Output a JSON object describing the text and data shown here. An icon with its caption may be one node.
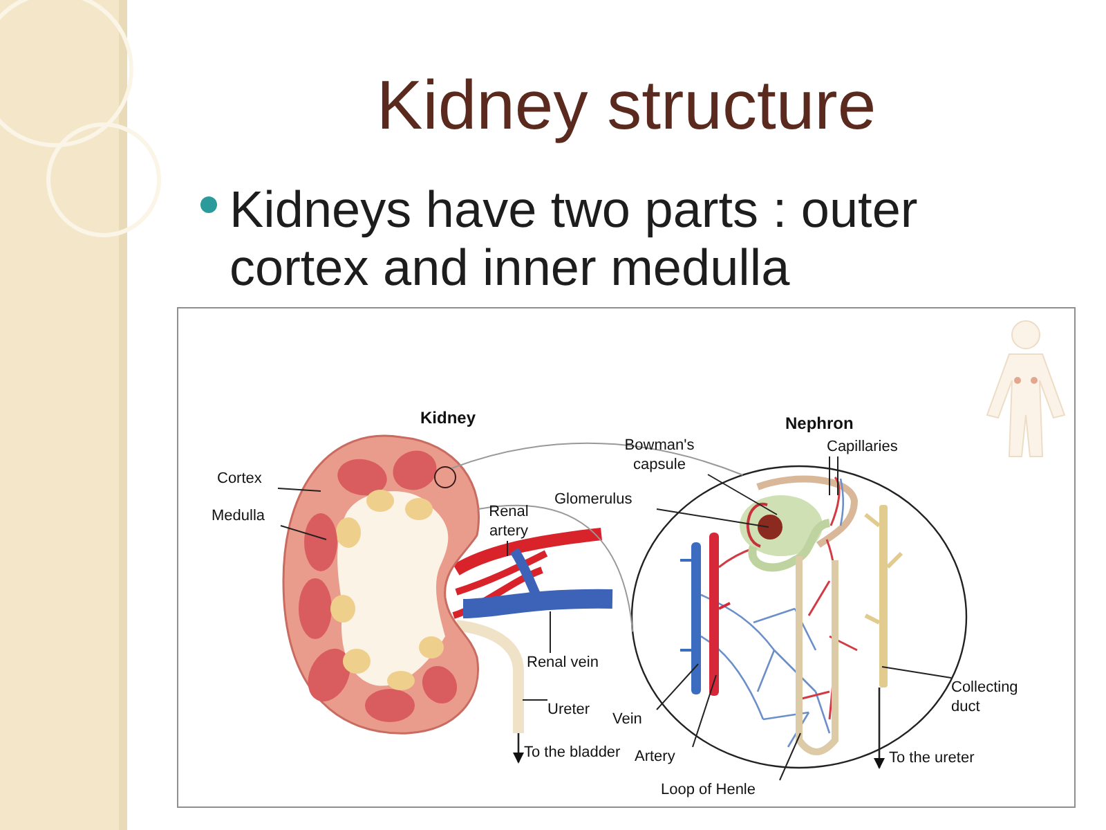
{
  "diagram": {
    "title": "Kidney structure",
    "nodes": [
      {
        "text": [
          "Kidney"
        ]
      },
      {
        "text": [],
        "shape": "circle",
        "in": 0
      },
      {
        "text": [
          "Nephron"
        ]
      },
      {
        "text": [
          "Cortex"
        ]
      },
      {
        "text": [
          "Medulla"
        ]
      },
      {
        "text": [
          "Renal artery"
        ]
      },
      {
        "text": [
          "Renal vein"
        ]
      },
      {
        "text": [
          "Ureter"
        ]
      },
      {
        "text": [
          "Bowman's capsule"
        ]
      },
      {
        "text": [
          "Glomerulus"
        ]
      },
      {
        "text": [
          "Capillaries"
        ]
      },
      {
        "text": [
          "Vein"
        ]
      },
      {
        "text": [
          "Artery"
        ]
      },
      {
        "text": [
          "Loop of Henle"
        ]
      },
      {
        "text": [
          "Collecting duct"
        ]
      },
      {
        "text": [],
        "shape": "circle",
        "in": 0
      },
      {
        "text": [],
        "shape": "picture"
      },
      {
        "text": [],
        "shape": "picture"
      },
      {
        "text": [],
        "shape": "picture"
      },
      {
        "text": [],
        "shape": "picture",
        "in": 2
      },
      {
        "text": [],
        "shape": "picture",
        "in": 19
      },
      {
        "text": [],
        "shape": "picture",
        "in": 2
      },
      {
        "text": [],
        "shape": "picture",
        "in": 2
      },
      {
        "text": [],
        "shape": "picture",
        "in": 2
      },
      {
        "text": [],
        "shape": "picture",
        "in": 2
      },
      {
        "text": [],
        "shape": "picture",
        "in": 2
      },
      {
        "text": [
          "To the bladder"
        ]
      },
      {
        "text": [
          "To the ureter"
        ]
      }
    ],
    "edges": [
      {
        "from": 1,
        "to": 2,
        "arrow": "none",
        "color": "#999999"
      },
      {
        "from": 0,
        "to": 2,
        "arrow": "none",
        "color": "#999999"
      },
      {
        "from": 3,
        "to": 0,
        "arrow": "none"
      },
      {
        "from": 4,
        "to": 15,
        "arrow": "none"
      },
      {
        "from": 5,
        "to": 16,
        "arrow": "none"
      },
      {
        "from": 6,
        "to": 17,
        "arrow": "none"
      },
      {
        "from": 7,
        "to": 18,
        "arrow": "none"
      },
      {
        "from": 8,
        "to": 19,
        "arrow": "none"
      },
      {
        "from": 9,
        "to": 20,
        "arrow": "none"
      },
      {
        "from": 10,
        "to": 21,
        "arrow": "none"
      },
      {
        "from": 10,
        "to": 21,
        "arrow": "none"
      },
      {
        "from": 11,
        "to": 22,
        "arrow": "none"
      },
      {
        "from": 12,
        "to": 23,
        "arrow": "none"
      },
      {
        "from": 13,
        "to": 24,
        "arrow": "none"
      },
      {
        "from": 14,
        "to": 25,
        "arrow": "none"
      },
      {
        "from": 18,
        "to": 26,
        "arrow": "to"
      },
      {
        "from": 25,
        "to": 27,
        "arrow": "to"
      }
    ],
    "labels": [
      "Kidneys have two parts : outer cortex and inner medulla"
    ]
  }
}
